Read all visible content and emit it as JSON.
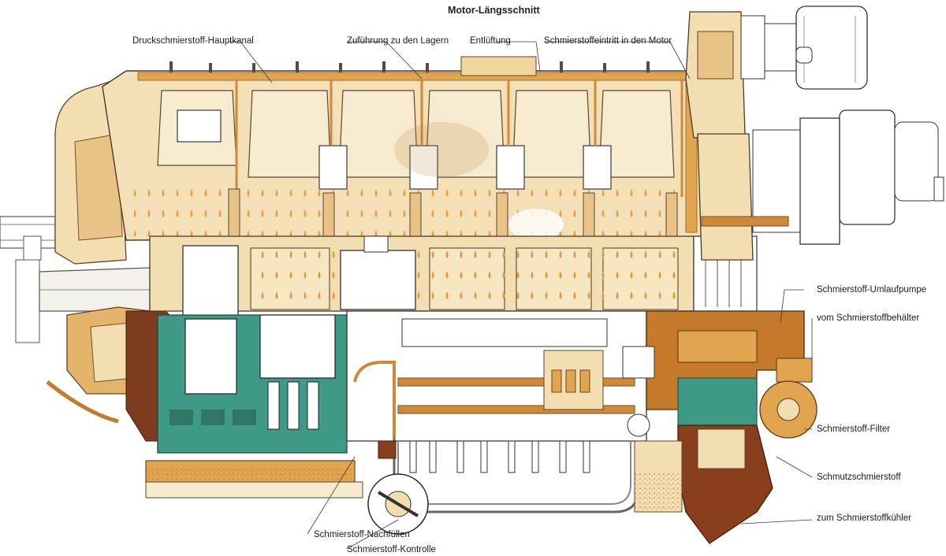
{
  "title": "Motor-Längsschnitt",
  "labels": {
    "main_channel": "Druckschmierstoff-Hauptkanal",
    "bearing_feed": "Zuführung zu den Lagern",
    "vent": "Entlüftung",
    "oil_inlet": "Schmierstoffeintritt in den Motor",
    "circ_pump": "Schmierstoff-Umlaufpumpe",
    "from_tank": "vom Schmierstoffbehälter",
    "filter": "Schmierstoff-Filter",
    "dirty_oil": "Schmutzschmierstoff",
    "to_cooler": "zum Schmierstoffkühler",
    "refill": "Schmierstoff-Nachfüllen",
    "control": "Schmierstoff-Kontrolle"
  },
  "colors": {
    "oil": "#e0a54e",
    "oil_dark": "#c47a2a",
    "casing": "#f2deb0",
    "casing_light": "#f7ead0",
    "green": "#3e9a86",
    "brown": "#8a3f1c",
    "line": "#4a3a2a"
  }
}
